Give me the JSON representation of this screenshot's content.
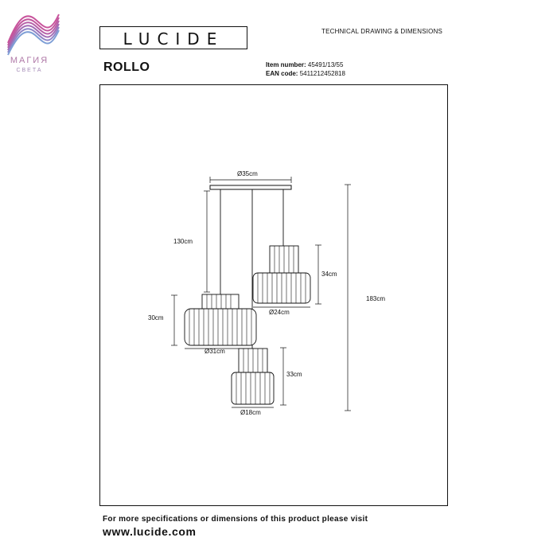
{
  "watermark": {
    "text": "МАГИЯ",
    "subtext": "СВЕТА",
    "colors": {
      "pink": "#c8549c",
      "blue": "#7e9fd6",
      "purple": "#9b6bb7"
    }
  },
  "header": {
    "logo": "LUCIDE",
    "doc_type": "TECHNICAL DRAWING & DIMENSIONS",
    "product_name": "ROLLO",
    "item_number_label": "Item number:",
    "item_number": "45491/13/55",
    "ean_label": "EAN code:",
    "ean": "5411212452818"
  },
  "dimensions": {
    "canopy_diameter": "Ø35cm",
    "suspension_length": "130cm",
    "large_shade_height": "30cm",
    "large_shade_diameter": "Ø31cm",
    "medium_shade_height": "34cm",
    "medium_shade_diameter": "Ø24cm",
    "small_shade_height": "33cm",
    "small_shade_diameter": "Ø18cm",
    "total_height": "183cm"
  },
  "footer": {
    "line": "For more specifications or dimensions of this product please visit",
    "url": "www.lucide.com"
  }
}
